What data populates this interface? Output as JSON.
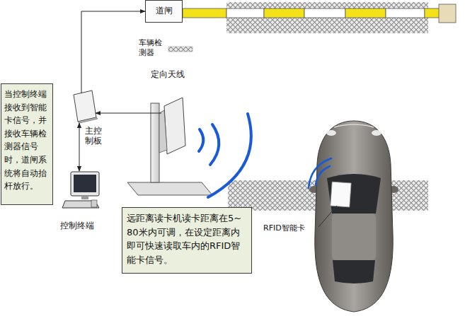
{
  "diagram": {
    "nodes": [
      {
        "text": [
          "道闸"
        ]
      },
      {
        "text": [
          "定向天线"
        ]
      },
      {
        "text": [
          "主控制板"
        ]
      },
      {
        "text": [
          "控制终端"
        ]
      },
      {
        "text": [
          "当控制终端接收到智能卡信号，并接收车辆检测器信号时，道闸系统将自动抬杆放行。"
        ]
      },
      {
        "text": [
          "远距离读卡机读卡距离在5~80米内可调，在设定距离内即可快速读取车内的RFID智能卡信号。"
        ]
      }
    ],
    "edges": [
      {
        "from": 2,
        "to": 0,
        "arrow": "to"
      },
      {
        "from": 1,
        "to": 2,
        "arrow": "to"
      },
      {
        "from": 3,
        "to": 2,
        "arrow": "both"
      }
    ],
    "labels": [
      "车辆检测器",
      "RFID智能卡"
    ]
  }
}
